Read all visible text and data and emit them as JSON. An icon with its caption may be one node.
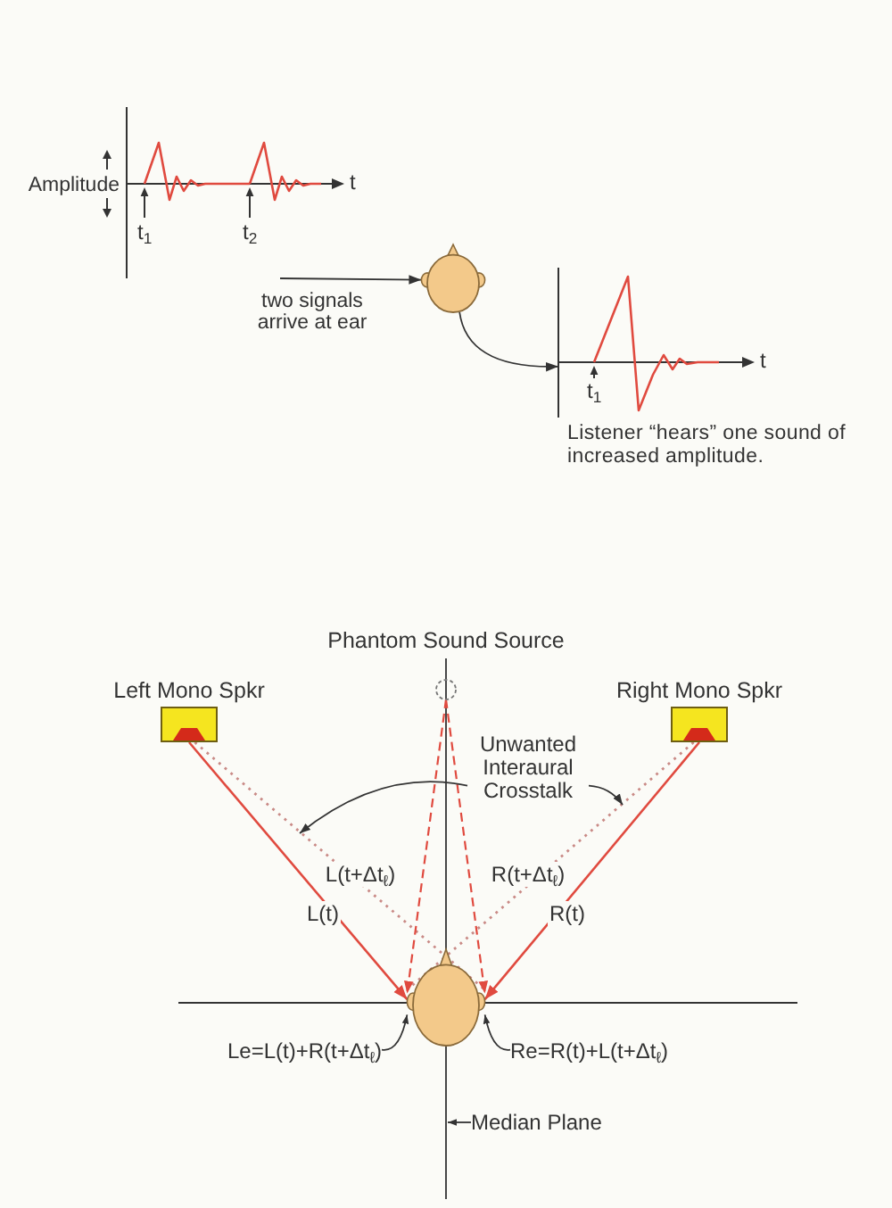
{
  "diagram": {
    "nodes": [
      {
        "text": [],
        "shape": "picture",
        "beside": [
          "Amplitude",
          "t"
        ]
      },
      {
        "text": [],
        "shape": "circle"
      },
      {
        "text": [],
        "shape": "picture",
        "beside": [
          "t",
          "Listener “hears” one sound of increased amplitude."
        ]
      },
      {
        "text": [],
        "shape": "circle",
        "beside": [
          "Phantom Sound Source"
        ]
      },
      {
        "text": [
          "Left Mono Spkr"
        ]
      },
      {
        "text": [
          "Right Mono Spkr"
        ]
      },
      {
        "text": [
          "Unwanted Interaural Crosstalk"
        ]
      },
      {
        "text": [],
        "shape": "circle"
      },
      {
        "text": [
          "Le=L(t)+R(t+Δt$_{ℓ}$)"
        ]
      },
      {
        "text": [
          "Re=R(t)+L(t+Δt$_{ℓ}$)"
        ]
      },
      {
        "text": [
          "Median Plane"
        ]
      }
    ],
    "edges": [
      {
        "from": 0,
        "to": 1,
        "arrow": "to",
        "label": "two signals arrive at ear"
      },
      {
        "from": 1,
        "to": 2,
        "arrow": "to"
      },
      {
        "from": 4,
        "to": 7,
        "arrow": "to",
        "label": "L(t)",
        "color": "#e04a3f"
      },
      {
        "from": 5,
        "to": 7,
        "arrow": "to",
        "label": "R(t)",
        "color": "#e04a3f"
      },
      {
        "from": 4,
        "to": 7,
        "arrow": "none",
        "label": "L(t+Δt$_{ℓ}$)",
        "style": "dashed",
        "color": "#c98a86"
      },
      {
        "from": 5,
        "to": 7,
        "arrow": "none",
        "label": "R(t+Δt$_{ℓ}$)",
        "style": "dashed",
        "color": "#c98a86"
      },
      {
        "from": 3,
        "to": 7,
        "arrow": "to",
        "style": "dashed",
        "color": "#e04a3f"
      },
      {
        "from": 3,
        "to": 7,
        "arrow": "to",
        "style": "dashed",
        "color": "#e04a3f"
      },
      {
        "from": 6,
        "to": null,
        "arrow": "to"
      },
      {
        "from": 6,
        "to": null,
        "arrow": "to"
      },
      {
        "from": 8,
        "to": 7,
        "arrow": "to"
      },
      {
        "from": 9,
        "to": 7,
        "arrow": "to"
      },
      {
        "from": 10,
        "to": null,
        "arrow": "to"
      }
    ],
    "labels": [
      "t$_{1}$",
      "t$_{2}$",
      "t$_{1}$"
    ]
  }
}
